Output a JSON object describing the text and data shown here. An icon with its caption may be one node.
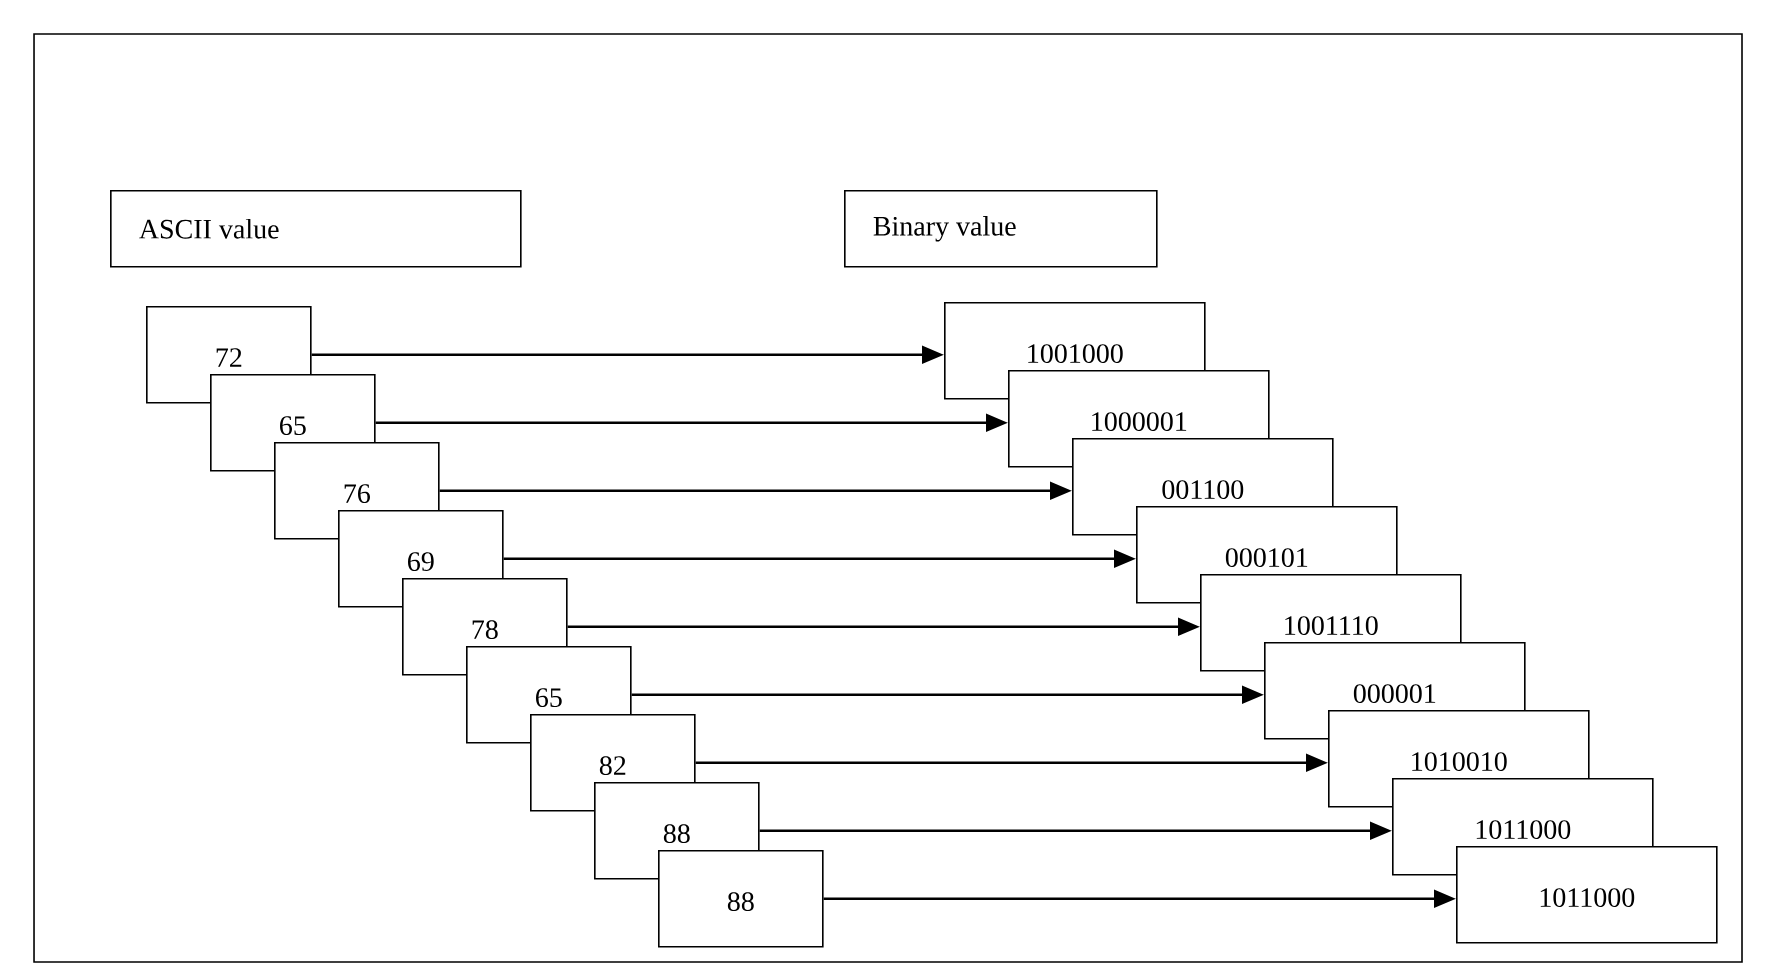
{
  "diagram": {
    "nodes": [
      {
        "text": [
          "ASCII value"
        ]
      },
      {
        "text": [
          "Binary value"
        ]
      },
      {
        "text": [
          "72"
        ]
      },
      {
        "text": [
          "65"
        ]
      },
      {
        "text": [
          "76"
        ]
      },
      {
        "text": [
          "69"
        ]
      },
      {
        "text": [
          "78"
        ]
      },
      {
        "text": [
          "65"
        ]
      },
      {
        "text": [
          "82"
        ]
      },
      {
        "text": [
          "88"
        ]
      },
      {
        "text": [
          "88"
        ]
      },
      {
        "text": [
          "1001000"
        ]
      },
      {
        "text": [
          "1000001"
        ]
      },
      {
        "text": [
          "001100"
        ]
      },
      {
        "text": [
          "000101"
        ]
      },
      {
        "text": [
          "1001110"
        ]
      },
      {
        "text": [
          "000001"
        ]
      },
      {
        "text": [
          "1010010"
        ]
      },
      {
        "text": [
          "1011000"
        ]
      },
      {
        "text": [
          "1011000"
        ]
      }
    ],
    "edges": [
      {
        "from": 2,
        "to": 11,
        "arrow": "to"
      },
      {
        "from": 3,
        "to": 12,
        "arrow": "to"
      },
      {
        "from": 4,
        "to": 13,
        "arrow": "to"
      },
      {
        "from": 5,
        "to": 14,
        "arrow": "to"
      },
      {
        "from": 6,
        "to": 15,
        "arrow": "to"
      },
      {
        "from": 7,
        "to": 16,
        "arrow": "to"
      },
      {
        "from": 8,
        "to": 17,
        "arrow": "to"
      },
      {
        "from": 9,
        "to": 18,
        "arrow": "to"
      },
      {
        "from": 10,
        "to": 19,
        "arrow": "to"
      }
    ]
  }
}
